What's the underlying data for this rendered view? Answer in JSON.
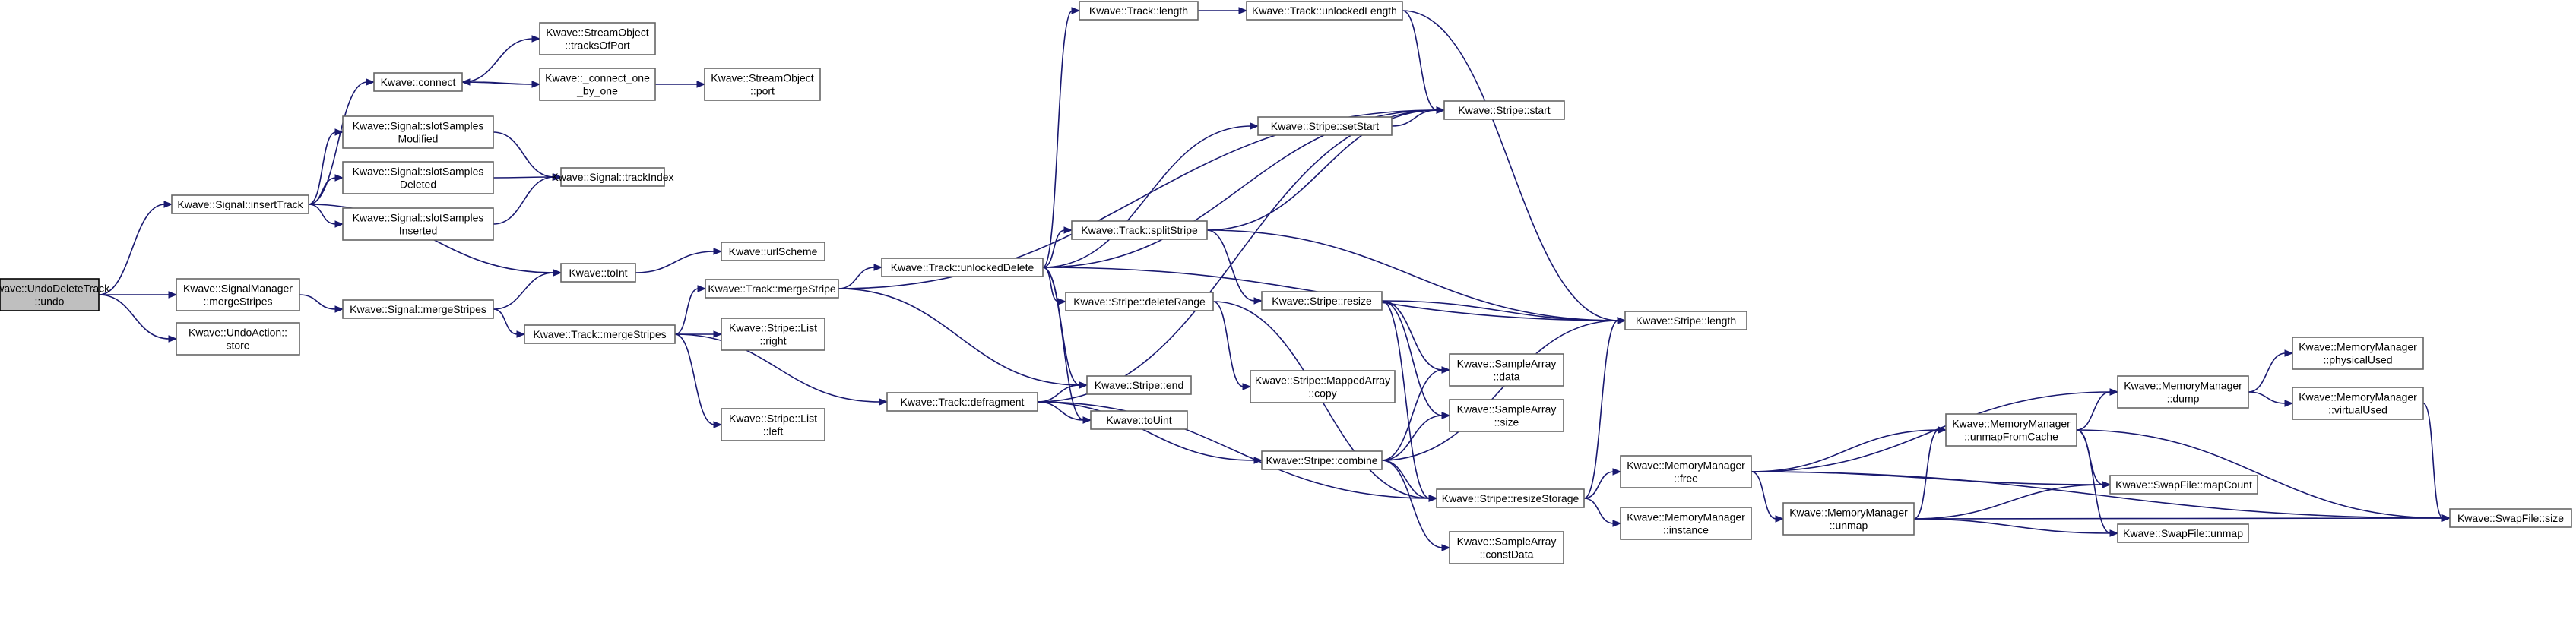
{
  "colors": {
    "edge": "#191970",
    "node_border": "#666666",
    "root_fill": "#bfbfbf",
    "node_fill": "#ffffff"
  },
  "nodes": [
    {
      "id": "undo",
      "lines": [
        "Kwave::UndoDeleteTrack",
        "::undo"
      ],
      "root": true
    },
    {
      "id": "insertTrack",
      "lines": [
        "Kwave::Signal::insertTrack"
      ]
    },
    {
      "id": "smMerge",
      "lines": [
        "Kwave::SignalManager",
        "::mergeStripes"
      ]
    },
    {
      "id": "undoStore",
      "lines": [
        "Kwave::UndoAction::",
        "store"
      ]
    },
    {
      "id": "connect",
      "lines": [
        "Kwave::connect"
      ]
    },
    {
      "id": "tracksOfPort",
      "lines": [
        "Kwave::StreamObject",
        "::tracksOfPort"
      ]
    },
    {
      "id": "connectOne",
      "lines": [
        "Kwave::_connect_one",
        "_by_one"
      ]
    },
    {
      "id": "port",
      "lines": [
        "Kwave::StreamObject",
        "::port"
      ]
    },
    {
      "id": "slotMod",
      "lines": [
        "Kwave::Signal::slotSamples",
        "Modified"
      ]
    },
    {
      "id": "slotDel",
      "lines": [
        "Kwave::Signal::slotSamples",
        "Deleted"
      ]
    },
    {
      "id": "slotIns",
      "lines": [
        "Kwave::Signal::slotSamples",
        "Inserted"
      ]
    },
    {
      "id": "trackIndex",
      "lines": [
        "Kwave::Signal::trackIndex"
      ]
    },
    {
      "id": "toInt",
      "lines": [
        "Kwave::toInt"
      ]
    },
    {
      "id": "urlScheme",
      "lines": [
        "Kwave::urlScheme"
      ]
    },
    {
      "id": "sigMerge",
      "lines": [
        "Kwave::Signal::mergeStripes"
      ]
    },
    {
      "id": "trackMergeStripe",
      "lines": [
        "Kwave::Track::mergeStripe"
      ]
    },
    {
      "id": "trackMergeStripes",
      "lines": [
        "Kwave::Track::mergeStripes"
      ]
    },
    {
      "id": "listRight",
      "lines": [
        "Kwave::Stripe::List",
        "::right"
      ]
    },
    {
      "id": "listLeft",
      "lines": [
        "Kwave::Stripe::List",
        "::left"
      ]
    },
    {
      "id": "trackLength",
      "lines": [
        "Kwave::Track::length"
      ]
    },
    {
      "id": "unlockedLength",
      "lines": [
        "Kwave::Track::unlockedLength"
      ]
    },
    {
      "id": "unlockedDelete",
      "lines": [
        "Kwave::Track::unlockedDelete"
      ]
    },
    {
      "id": "defragment",
      "lines": [
        "Kwave::Track::defragment"
      ]
    },
    {
      "id": "setStart",
      "lines": [
        "Kwave::Stripe::setStart"
      ]
    },
    {
      "id": "splitStripe",
      "lines": [
        "Kwave::Track::splitStripe"
      ]
    },
    {
      "id": "deleteRange",
      "lines": [
        "Kwave::Stripe::deleteRange"
      ]
    },
    {
      "id": "stripeEnd",
      "lines": [
        "Kwave::Stripe::end"
      ]
    },
    {
      "id": "toUint",
      "lines": [
        "Kwave::toUint"
      ]
    },
    {
      "id": "stripeResize",
      "lines": [
        "Kwave::Stripe::resize"
      ]
    },
    {
      "id": "mappedCopy",
      "lines": [
        "Kwave::Stripe::MappedArray",
        "::copy"
      ]
    },
    {
      "id": "combine",
      "lines": [
        "Kwave::Stripe::combine"
      ]
    },
    {
      "id": "stripeStart",
      "lines": [
        "Kwave::Stripe::start"
      ]
    },
    {
      "id": "stripeLength",
      "lines": [
        "Kwave::Stripe::length"
      ]
    },
    {
      "id": "saData",
      "lines": [
        "Kwave::SampleArray",
        "::data"
      ]
    },
    {
      "id": "saSize",
      "lines": [
        "Kwave::SampleArray",
        "::size"
      ]
    },
    {
      "id": "resizeStorage",
      "lines": [
        "Kwave::Stripe::resizeStorage"
      ]
    },
    {
      "id": "saConstData",
      "lines": [
        "Kwave::SampleArray",
        "::constData"
      ]
    },
    {
      "id": "mmFree",
      "lines": [
        "Kwave::MemoryManager",
        "::free"
      ]
    },
    {
      "id": "mmInstance",
      "lines": [
        "Kwave::MemoryManager",
        "::instance"
      ]
    },
    {
      "id": "mmUnmap",
      "lines": [
        "Kwave::MemoryManager",
        "::unmap"
      ]
    },
    {
      "id": "mmUnmapFromCache",
      "lines": [
        "Kwave::MemoryManager",
        "::unmapFromCache"
      ]
    },
    {
      "id": "mmDump",
      "lines": [
        "Kwave::MemoryManager",
        "::dump"
      ]
    },
    {
      "id": "swapMapCount",
      "lines": [
        "Kwave::SwapFile::mapCount"
      ]
    },
    {
      "id": "swapUnmap",
      "lines": [
        "Kwave::SwapFile::unmap"
      ]
    },
    {
      "id": "mmPhysical",
      "lines": [
        "Kwave::MemoryManager",
        "::physicalUsed"
      ]
    },
    {
      "id": "mmVirtual",
      "lines": [
        "Kwave::MemoryManager",
        "::virtualUsed"
      ]
    },
    {
      "id": "swapSize",
      "lines": [
        "Kwave::SwapFile::size"
      ]
    }
  ],
  "edges": [
    [
      "undo",
      "insertTrack"
    ],
    [
      "undo",
      "smMerge"
    ],
    [
      "undo",
      "undoStore"
    ],
    [
      "insertTrack",
      "connect"
    ],
    [
      "insertTrack",
      "slotMod"
    ],
    [
      "insertTrack",
      "slotDel"
    ],
    [
      "insertTrack",
      "slotIns"
    ],
    [
      "insertTrack",
      "toInt"
    ],
    [
      "connect",
      "tracksOfPort"
    ],
    [
      "connect",
      "connectOne"
    ],
    [
      "connectOne",
      "connect"
    ],
    [
      "connectOne",
      "port"
    ],
    [
      "slotMod",
      "trackIndex"
    ],
    [
      "slotDel",
      "trackIndex"
    ],
    [
      "slotIns",
      "trackIndex"
    ],
    [
      "toInt",
      "urlScheme"
    ],
    [
      "smMerge",
      "sigMerge"
    ],
    [
      "sigMerge",
      "toInt"
    ],
    [
      "sigMerge",
      "trackMergeStripes"
    ],
    [
      "trackMergeStripes",
      "trackMergeStripe"
    ],
    [
      "trackMergeStripes",
      "listRight"
    ],
    [
      "trackMergeStripes",
      "listLeft"
    ],
    [
      "trackMergeStripes",
      "defragment"
    ],
    [
      "trackMergeStripe",
      "unlockedDelete"
    ],
    [
      "trackMergeStripe",
      "stripeStart"
    ],
    [
      "trackMergeStripe",
      "stripeEnd"
    ],
    [
      "unlockedDelete",
      "trackLength"
    ],
    [
      "unlockedDelete",
      "setStart"
    ],
    [
      "unlockedDelete",
      "stripeStart"
    ],
    [
      "unlockedDelete",
      "splitStripe"
    ],
    [
      "unlockedDelete",
      "deleteRange"
    ],
    [
      "unlockedDelete",
      "stripeEnd"
    ],
    [
      "unlockedDelete",
      "toUint"
    ],
    [
      "unlockedDelete",
      "stripeLength"
    ],
    [
      "trackLength",
      "unlockedLength"
    ],
    [
      "unlockedLength",
      "stripeStart"
    ],
    [
      "unlockedLength",
      "stripeLength"
    ],
    [
      "setStart",
      "stripeStart"
    ],
    [
      "splitStripe",
      "stripeStart"
    ],
    [
      "splitStripe",
      "stripeLength"
    ],
    [
      "splitStripe",
      "stripeResize"
    ],
    [
      "deleteRange",
      "mappedCopy"
    ],
    [
      "deleteRange",
      "resizeStorage"
    ],
    [
      "defragment",
      "stripeStart"
    ],
    [
      "defragment",
      "stripeEnd"
    ],
    [
      "defragment",
      "toUint"
    ],
    [
      "defragment",
      "combine"
    ],
    [
      "defragment",
      "resizeStorage"
    ],
    [
      "stripeResize",
      "stripeLength"
    ],
    [
      "stripeResize",
      "saData"
    ],
    [
      "stripeResize",
      "saSize"
    ],
    [
      "stripeResize",
      "resizeStorage"
    ],
    [
      "combine",
      "stripeLength"
    ],
    [
      "combine",
      "saData"
    ],
    [
      "combine",
      "saSize"
    ],
    [
      "combine",
      "resizeStorage"
    ],
    [
      "combine",
      "saConstData"
    ],
    [
      "resizeStorage",
      "stripeLength"
    ],
    [
      "resizeStorage",
      "mmFree"
    ],
    [
      "resizeStorage",
      "mmInstance"
    ],
    [
      "mmFree",
      "mmDump"
    ],
    [
      "mmFree",
      "mmUnmapFromCache"
    ],
    [
      "mmFree",
      "mmUnmap"
    ],
    [
      "mmFree",
      "swapMapCount"
    ],
    [
      "mmFree",
      "swapSize"
    ],
    [
      "mmUnmap",
      "mmUnmapFromCache"
    ],
    [
      "mmUnmap",
      "swapMapCount"
    ],
    [
      "mmUnmap",
      "swapUnmap"
    ],
    [
      "mmUnmap",
      "swapSize"
    ],
    [
      "mmUnmapFromCache",
      "mmDump"
    ],
    [
      "mmUnmapFromCache",
      "swapMapCount"
    ],
    [
      "mmUnmapFromCache",
      "swapUnmap"
    ],
    [
      "mmUnmapFromCache",
      "swapSize"
    ],
    [
      "mmDump",
      "mmPhysical"
    ],
    [
      "mmDump",
      "mmVirtual"
    ],
    [
      "mmVirtual",
      "swapSize"
    ]
  ]
}
